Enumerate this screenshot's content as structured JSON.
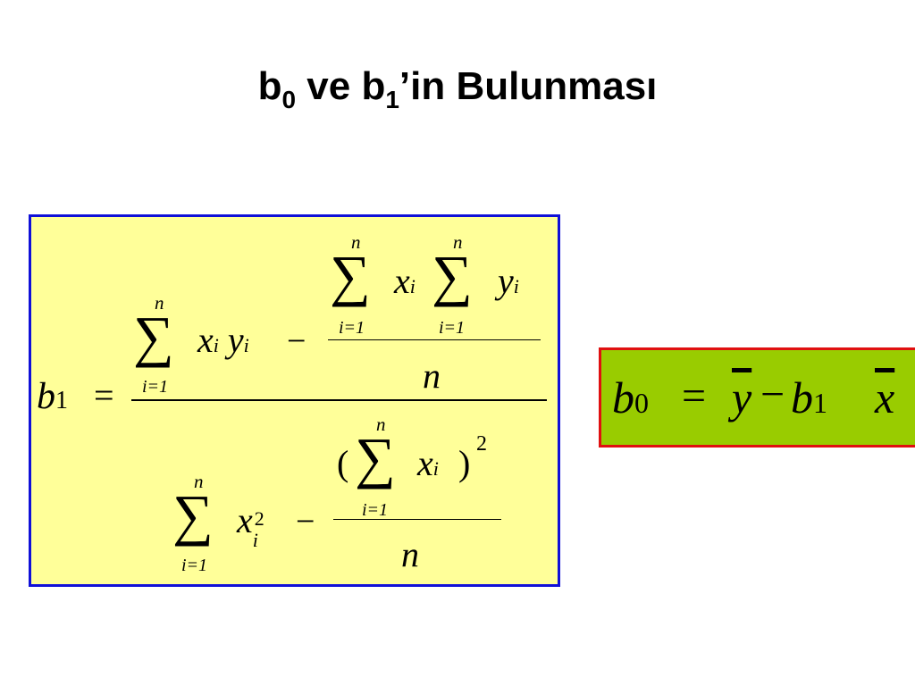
{
  "title": {
    "b0": "b",
    "b0_sub": "0",
    "mid": " ve b",
    "b1_sub": "1",
    "end": "’in Bulunması"
  },
  "formula_b1": {
    "lhs": "b",
    "lhs_sub": "1",
    "equals": "=",
    "upper_sum": "n",
    "lower_sum": "i=1",
    "x": "x",
    "y": "y",
    "sub_i": "i",
    "minus": "−",
    "sigma": "∑",
    "n": "n",
    "sq": "2",
    "lparen": "(",
    "rparen": ")"
  },
  "formula_b0": {
    "lhs": "b",
    "lhs_sub": "0",
    "equals": "=",
    "ybar": "y",
    "minus": "−",
    "b": "b",
    "b_sub": "1",
    "xbar": "x"
  },
  "colors": {
    "b1_box_bg": "#ffff99",
    "b1_box_border": "#1010d8",
    "b0_box_bg": "#99cc00",
    "b0_box_border": "#e01010"
  }
}
